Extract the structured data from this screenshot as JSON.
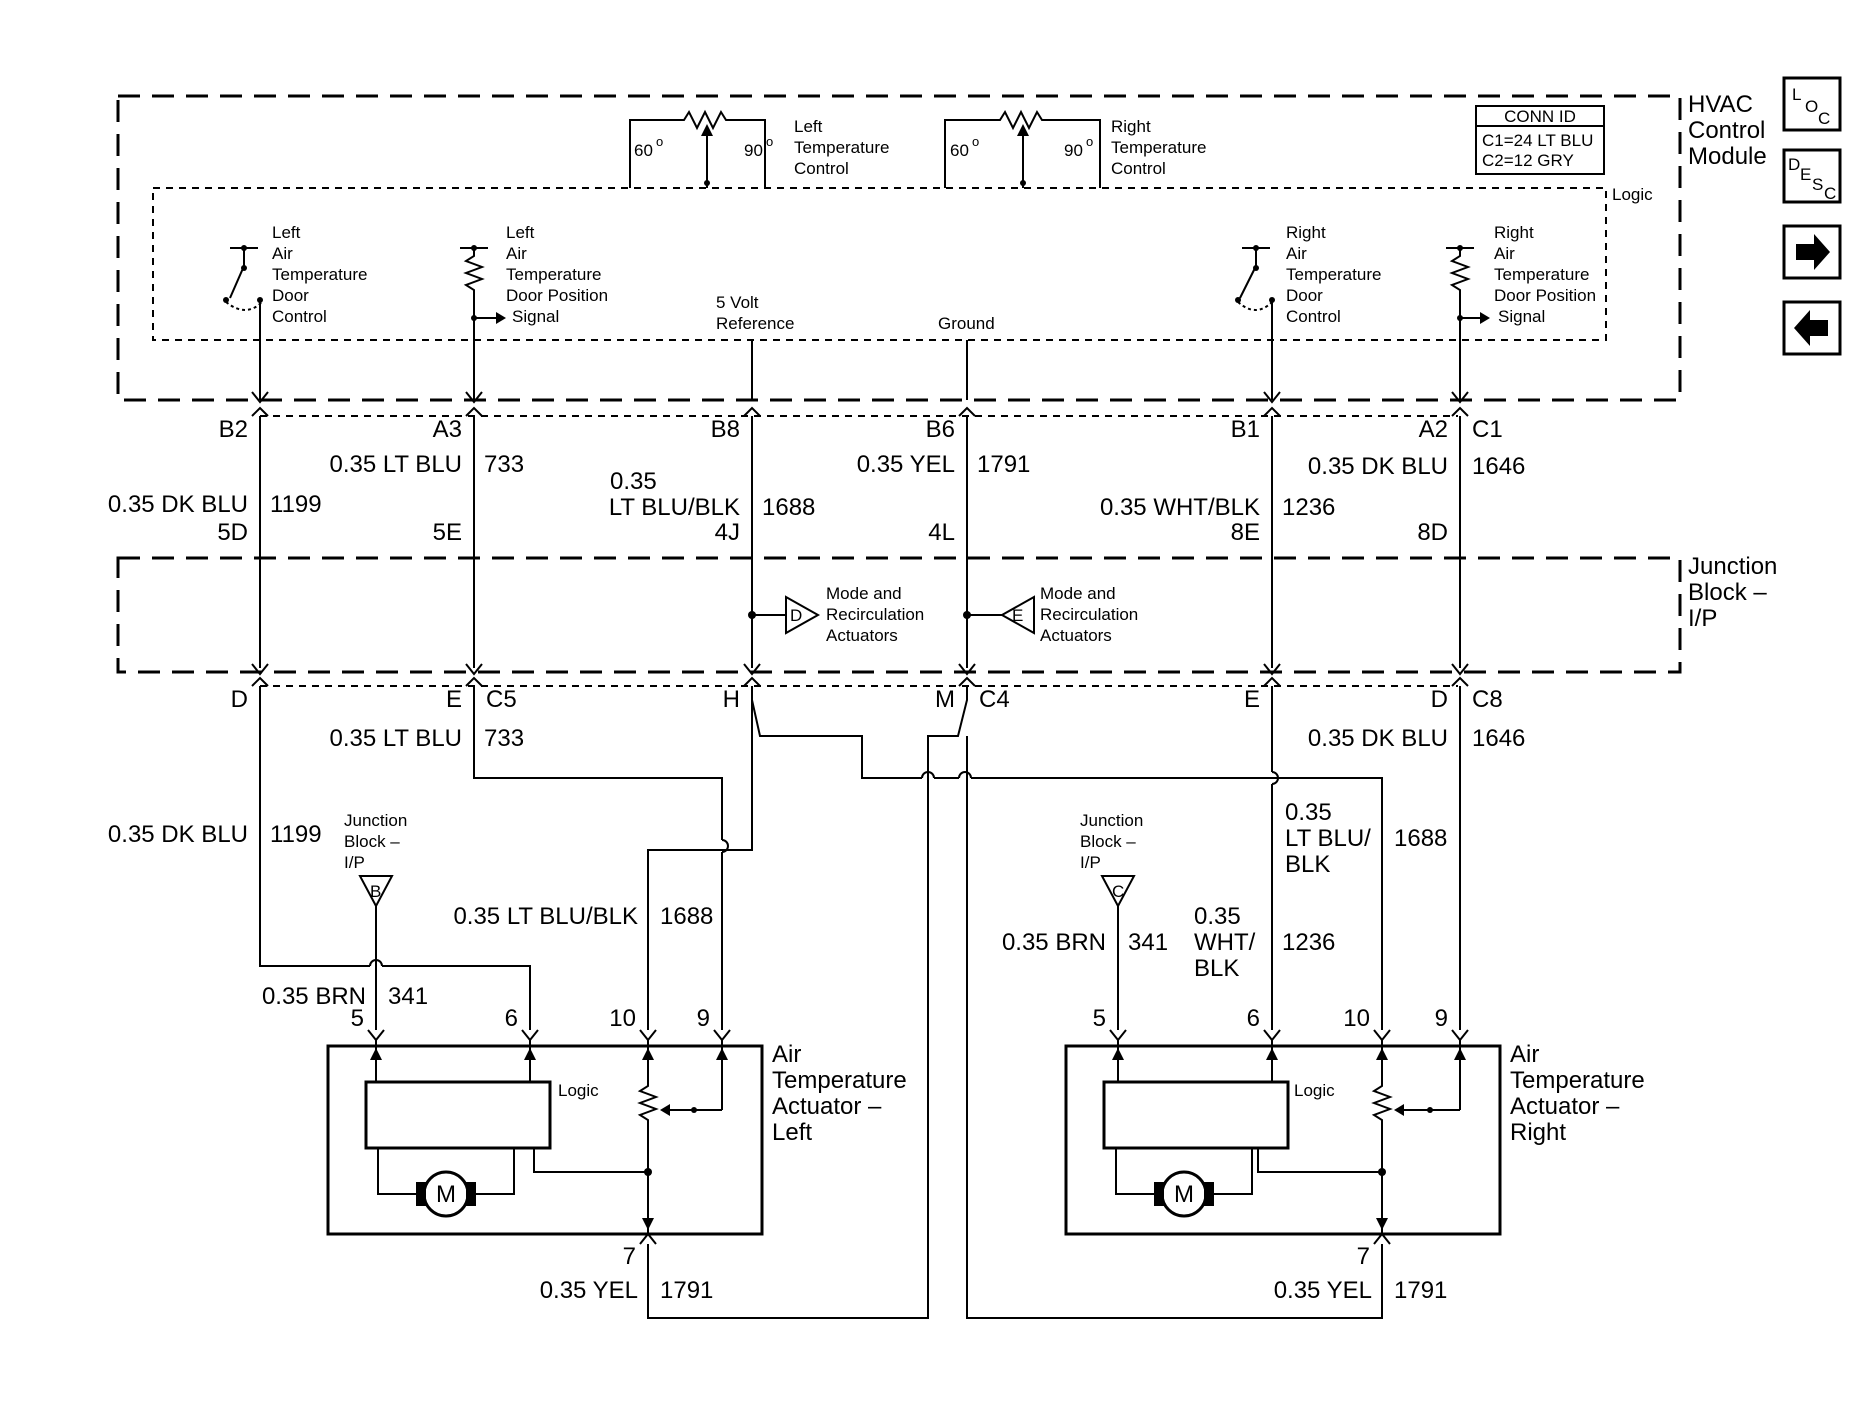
{
  "module": {
    "line1": "HVAC",
    "line2": "Control",
    "line3": "Module"
  },
  "conn_id": {
    "title": "CONN ID",
    "c1": "C1=24 LT BLU",
    "c2": "C2=12 GRY"
  },
  "logic_label": "Logic",
  "left_temp_ctrl": {
    "l1": "Left",
    "l2": "Temperature",
    "l3": "Control",
    "lo": "60",
    "hi": "90",
    "deg": "o"
  },
  "right_temp_ctrl": {
    "l1": "Right",
    "l2": "Temperature",
    "l3": "Control",
    "lo": "60",
    "hi": "90",
    "deg": "o"
  },
  "left_door_ctrl": [
    "Left",
    "Air",
    "Temperature",
    "Door",
    "Control"
  ],
  "left_door_pos": [
    "Left",
    "Air",
    "Temperature",
    "Door Position",
    "Signal"
  ],
  "right_door_ctrl": [
    "Right",
    "Air",
    "Temperature",
    "Door",
    "Control"
  ],
  "right_door_pos": [
    "Right",
    "Air",
    "Temperature",
    "Door Position",
    "Signal"
  ],
  "ref5v": {
    "l1": "5 Volt",
    "l2": "Reference"
  },
  "ground": "Ground",
  "upper_pins": {
    "b2": "B2",
    "a3": "A3",
    "b8": "B8",
    "b6": "B6",
    "b1": "B1",
    "a2": "A2",
    "c1": "C1"
  },
  "upper_wires": {
    "w1_color": "0.35 DK BLU",
    "w1_num": "1199",
    "w1_jb": "5D",
    "w2_color": "0.35 LT BLU",
    "w2_num": "733",
    "w2_jb": "5E",
    "w3_color1": "0.35",
    "w3_color2": "LT BLU/BLK",
    "w3_num": "1688",
    "w3_jb": "4J",
    "w4_color": "0.35 YEL",
    "w4_num": "1791",
    "w4_jb": "4L",
    "w5_color": "0.35 WHT/BLK",
    "w5_num": "1236",
    "w5_jb": "8E",
    "w6_color": "0.35 DK BLU",
    "w6_num": "1646",
    "w6_jb": "8D"
  },
  "junction_block": {
    "l1": "Junction",
    "l2": "Block –",
    "l3": "I/P"
  },
  "mode_recirc_d": {
    "letter": "D",
    "l1": "Mode and",
    "l2": "Recirculation",
    "l3": "Actuators"
  },
  "mode_recirc_e": {
    "letter": "E",
    "l1": "Mode and",
    "l2": "Recirculation",
    "l3": "Actuators"
  },
  "lower_pins": {
    "d1": "D",
    "e1": "E",
    "c5": "C5",
    "h": "H",
    "m": "M",
    "c4": "C4",
    "e2": "E",
    "d2": "D",
    "c8": "C8"
  },
  "lower_wires": {
    "lw1_color": "0.35 LT BLU",
    "lw1_num": "733",
    "lw2_color": "0.35 DK BLU",
    "lw2_num": "1646",
    "lw3_color": "0.35 DK BLU",
    "lw3_num": "1199",
    "lw4_color": "0.35 LT BLU/BLK",
    "lw4_num": "1688",
    "lw5_color1": "0.35",
    "lw5_color2": "LT BLU/",
    "lw5_color3": "BLK",
    "lw5_num": "1688",
    "lw6_color1": "0.35",
    "lw6_color2": "WHT/",
    "lw6_color3": "BLK",
    "lw6_num": "1236",
    "lw7_color": "0.35 BRN",
    "lw7_num": "341",
    "lw8_color": "0.35 BRN",
    "lw8_num": "341",
    "lw9_color": "0.35 YEL",
    "lw9_num": "1791",
    "lw10_color": "0.35 YEL",
    "lw10_num": "1791"
  },
  "ground_b": {
    "l1": "Junction",
    "l2": "Block –",
    "l3": "I/P",
    "letter": "B"
  },
  "ground_c": {
    "l1": "Junction",
    "l2": "Block –",
    "l3": "I/P",
    "letter": "C"
  },
  "act_left": {
    "l1": "Air",
    "l2": "Temperature",
    "l3": "Actuator –",
    "l4": "Left",
    "logic": "Logic",
    "motor": "M",
    "p5": "5",
    "p6": "6",
    "p10": "10",
    "p9": "9",
    "p7": "7"
  },
  "act_right": {
    "l1": "Air",
    "l2": "Temperature",
    "l3": "Actuator –",
    "l4": "Right",
    "logic": "Logic",
    "motor": "M",
    "p5": "5",
    "p6": "6",
    "p10": "10",
    "p9": "9",
    "p7": "7"
  },
  "nav": {
    "loc_l": "L",
    "loc_o": "O",
    "loc_c": "C",
    "desc_d": "D",
    "desc_e": "E",
    "desc_s": "S",
    "desc_c": "C"
  }
}
